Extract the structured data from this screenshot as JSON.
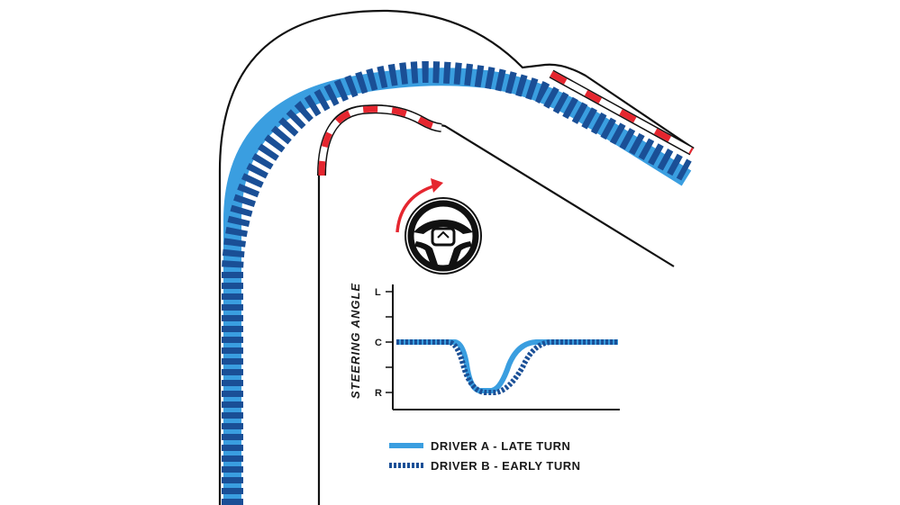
{
  "chart_data": {
    "type": "line",
    "ylabel": "STEERING ANGLE",
    "y_ticks": [
      "L",
      "C",
      "R"
    ],
    "series": [
      {
        "name": "DRIVER A - LATE TURN",
        "style": "solid",
        "color": "#3a9ee0"
      },
      {
        "name": "DRIVER B - EARLY TURN",
        "style": "dashed",
        "color": "#1a4f96"
      }
    ]
  },
  "colors": {
    "track_outline": "#111111",
    "curb_red": "#e5262f",
    "curb_white": "#ffffff",
    "line_a": "#3a9ee0",
    "line_b": "#1a4f96",
    "steering_arrow": "#e5262f"
  },
  "icons": {
    "steering_wheel": "steering-wheel-icon",
    "rotation_arrow": "rotate-clockwise-arrow-icon"
  }
}
